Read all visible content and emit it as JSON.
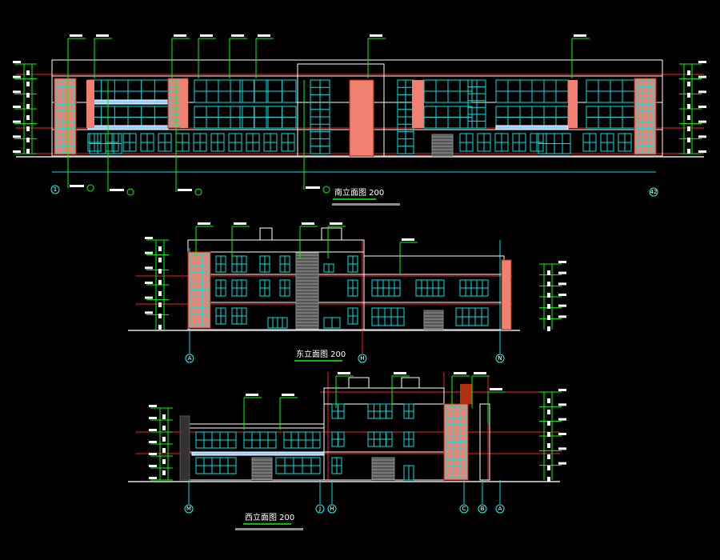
{
  "drawings": [
    {
      "id": "south",
      "title": "南立面图 200",
      "grid_left": "1",
      "grid_right": "42"
    },
    {
      "id": "east",
      "title": "东立面图 200",
      "grid_labels": [
        "A",
        "H",
        "N"
      ]
    },
    {
      "id": "west",
      "title": "西立面图 200",
      "grid_labels": [
        "M",
        "J",
        "H",
        "C",
        "B",
        "A"
      ]
    }
  ],
  "colors": {
    "background": "#000000",
    "outline": "#ffffff",
    "window": "#00e5e5",
    "dimension": "#00ff00",
    "axis": "#ff2020",
    "brick": "#f08070",
    "column": "#b03010"
  }
}
